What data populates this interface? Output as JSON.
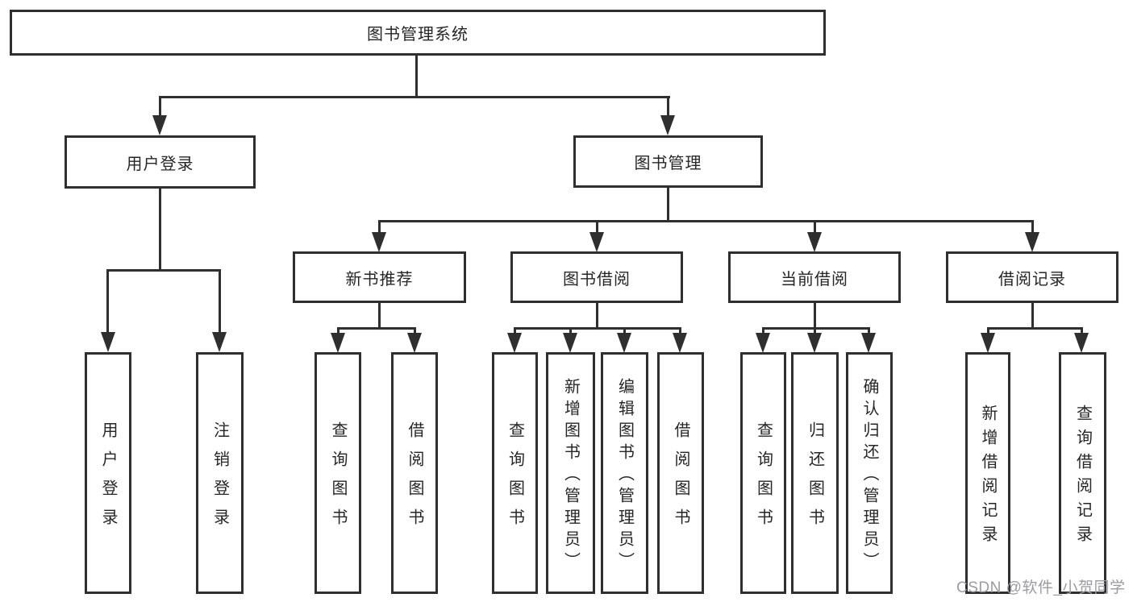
{
  "diagram": {
    "root": {
      "label": "图书管理系统"
    },
    "level1": [
      {
        "id": "user-login",
        "label": "用户登录"
      },
      {
        "id": "book-management",
        "label": "图书管理"
      }
    ],
    "level2": [
      {
        "id": "new-book-recommend",
        "label": "新书推荐",
        "parent": "图书管理"
      },
      {
        "id": "book-borrow",
        "label": "图书借阅",
        "parent": "图书管理"
      },
      {
        "id": "current-borrow",
        "label": "当前借阅",
        "parent": "图书管理"
      },
      {
        "id": "borrow-record",
        "label": "借阅记录",
        "parent": "图书管理"
      }
    ],
    "leaves": [
      {
        "id": "user-login-leaf",
        "label": "用户登录",
        "parent": "用户登录"
      },
      {
        "id": "logout-login",
        "label": "注销登录",
        "parent": "用户登录"
      },
      {
        "id": "query-book-recommend",
        "label": "查询图书",
        "parent": "新书推荐"
      },
      {
        "id": "borrow-book-recommend",
        "label": "借阅图书",
        "parent": "新书推荐"
      },
      {
        "id": "query-book-borrow",
        "label": "查询图书",
        "parent": "图书借阅"
      },
      {
        "id": "add-book-admin",
        "label": "新增图书（管理员）",
        "parent": "图书借阅"
      },
      {
        "id": "edit-book-admin",
        "label": "编辑图书（管理员）",
        "parent": "图书借阅"
      },
      {
        "id": "borrow-book",
        "label": "借阅图书",
        "parent": "图书借阅"
      },
      {
        "id": "query-book-current",
        "label": "查询图书",
        "parent": "当前借阅"
      },
      {
        "id": "return-book",
        "label": "归还图书",
        "parent": "当前借阅"
      },
      {
        "id": "confirm-return-admin",
        "label": "确认归还（管理员）",
        "parent": "当前借阅"
      },
      {
        "id": "add-borrow-record",
        "label": "新增借阅记录",
        "parent": "借阅记录"
      },
      {
        "id": "query-borrow-record",
        "label": "查询借阅记录",
        "parent": "借阅记录"
      }
    ],
    "watermark": "CSDN @软件_小贺同学",
    "colors": {
      "line": "#2f2f2f",
      "text": "#262626",
      "background": "#ffffff",
      "watermark": "#9b9ba1"
    }
  }
}
